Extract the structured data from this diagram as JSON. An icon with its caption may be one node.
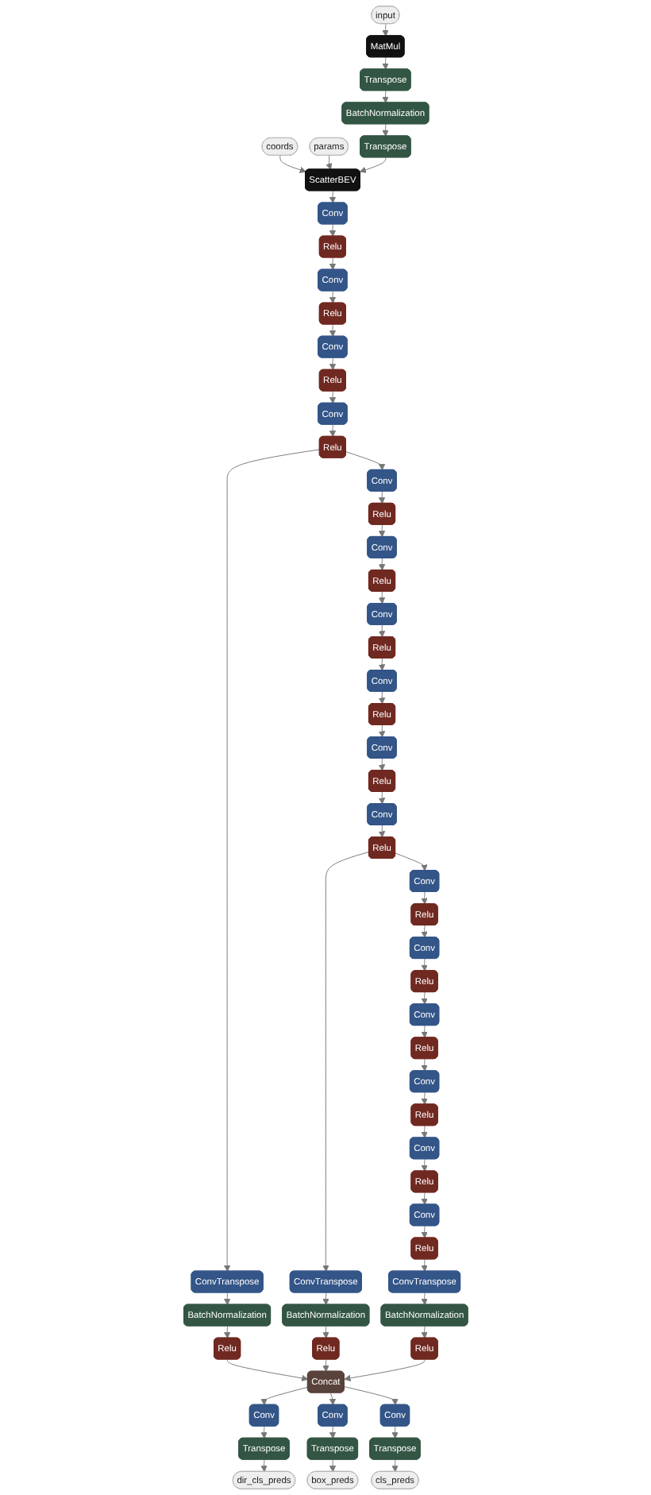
{
  "diagram": {
    "nodes": [
      {
        "text": [
          "input"
        ]
      },
      {
        "text": [
          "MatMul"
        ]
      },
      {
        "text": [
          "Transpose"
        ]
      },
      {
        "text": [
          "BatchNormalization"
        ]
      },
      {
        "text": [
          "coords"
        ]
      },
      {
        "text": [
          "params"
        ]
      },
      {
        "text": [
          "Transpose"
        ]
      },
      {
        "text": [
          "ScatterBEV"
        ]
      },
      {
        "text": [
          "Conv"
        ]
      },
      {
        "text": [
          "Relu"
        ]
      },
      {
        "text": [
          "Conv"
        ]
      },
      {
        "text": [
          "Relu"
        ]
      },
      {
        "text": [
          "Conv"
        ]
      },
      {
        "text": [
          "Relu"
        ]
      },
      {
        "text": [
          "Conv"
        ]
      },
      {
        "text": [
          "Relu"
        ]
      },
      {
        "text": [
          "Conv"
        ]
      },
      {
        "text": [
          "Relu"
        ]
      },
      {
        "text": [
          "Conv"
        ]
      },
      {
        "text": [
          "Relu"
        ]
      },
      {
        "text": [
          "Conv"
        ]
      },
      {
        "text": [
          "Relu"
        ]
      },
      {
        "text": [
          "Conv"
        ]
      },
      {
        "text": [
          "Relu"
        ]
      },
      {
        "text": [
          "Conv"
        ]
      },
      {
        "text": [
          "Relu"
        ]
      },
      {
        "text": [
          "Conv"
        ]
      },
      {
        "text": [
          "Relu"
        ]
      },
      {
        "text": [
          "Conv"
        ]
      },
      {
        "text": [
          "Relu"
        ]
      },
      {
        "text": [
          "Conv"
        ]
      },
      {
        "text": [
          "Relu"
        ]
      },
      {
        "text": [
          "Conv"
        ]
      },
      {
        "text": [
          "Relu"
        ]
      },
      {
        "text": [
          "Conv"
        ]
      },
      {
        "text": [
          "Relu"
        ]
      },
      {
        "text": [
          "Conv"
        ]
      },
      {
        "text": [
          "Relu"
        ]
      },
      {
        "text": [
          "Conv"
        ]
      },
      {
        "text": [
          "Relu"
        ]
      },
      {
        "text": [
          "ConvTranspose"
        ]
      },
      {
        "text": [
          "ConvTranspose"
        ]
      },
      {
        "text": [
          "ConvTranspose"
        ]
      },
      {
        "text": [
          "BatchNormalization"
        ]
      },
      {
        "text": [
          "BatchNormalization"
        ]
      },
      {
        "text": [
          "BatchNormalization"
        ]
      },
      {
        "text": [
          "Relu"
        ]
      },
      {
        "text": [
          "Relu"
        ]
      },
      {
        "text": [
          "Relu"
        ]
      },
      {
        "text": [
          "Concat"
        ]
      },
      {
        "text": [
          "Conv"
        ]
      },
      {
        "text": [
          "Conv"
        ]
      },
      {
        "text": [
          "Conv"
        ]
      },
      {
        "text": [
          "Transpose"
        ]
      },
      {
        "text": [
          "Transpose"
        ]
      },
      {
        "text": [
          "Transpose"
        ]
      },
      {
        "text": [
          "dir_cls_preds"
        ]
      },
      {
        "text": [
          "box_preds"
        ]
      },
      {
        "text": [
          "cls_preds"
        ]
      }
    ],
    "edges": [
      {
        "from": 0,
        "to": 1,
        "arrow": "to"
      },
      {
        "from": 1,
        "to": 2,
        "arrow": "to"
      },
      {
        "from": 2,
        "to": 3,
        "arrow": "to"
      },
      {
        "from": 3,
        "to": 6,
        "arrow": "to"
      },
      {
        "from": 4,
        "to": 7,
        "arrow": "to"
      },
      {
        "from": 5,
        "to": 7,
        "arrow": "to"
      },
      {
        "from": 6,
        "to": 7,
        "arrow": "to"
      },
      {
        "from": 7,
        "to": 8,
        "arrow": "to"
      },
      {
        "from": 8,
        "to": 9,
        "arrow": "to"
      },
      {
        "from": 9,
        "to": 10,
        "arrow": "to"
      },
      {
        "from": 10,
        "to": 11,
        "arrow": "to"
      },
      {
        "from": 11,
        "to": 12,
        "arrow": "to"
      },
      {
        "from": 12,
        "to": 13,
        "arrow": "to"
      },
      {
        "from": 13,
        "to": 14,
        "arrow": "to"
      },
      {
        "from": 14,
        "to": 15,
        "arrow": "to"
      },
      {
        "from": 15,
        "to": 40,
        "arrow": "to"
      },
      {
        "from": 15,
        "to": 16,
        "arrow": "to"
      },
      {
        "from": 16,
        "to": 17,
        "arrow": "to"
      },
      {
        "from": 17,
        "to": 18,
        "arrow": "to"
      },
      {
        "from": 18,
        "to": 19,
        "arrow": "to"
      },
      {
        "from": 19,
        "to": 20,
        "arrow": "to"
      },
      {
        "from": 20,
        "to": 21,
        "arrow": "to"
      },
      {
        "from": 21,
        "to": 22,
        "arrow": "to"
      },
      {
        "from": 22,
        "to": 23,
        "arrow": "to"
      },
      {
        "from": 23,
        "to": 24,
        "arrow": "to"
      },
      {
        "from": 24,
        "to": 25,
        "arrow": "to"
      },
      {
        "from": 25,
        "to": 26,
        "arrow": "to"
      },
      {
        "from": 26,
        "to": 27,
        "arrow": "to"
      },
      {
        "from": 27,
        "to": 41,
        "arrow": "to"
      },
      {
        "from": 27,
        "to": 28,
        "arrow": "to"
      },
      {
        "from": 28,
        "to": 29,
        "arrow": "to"
      },
      {
        "from": 29,
        "to": 30,
        "arrow": "to"
      },
      {
        "from": 30,
        "to": 31,
        "arrow": "to"
      },
      {
        "from": 31,
        "to": 32,
        "arrow": "to"
      },
      {
        "from": 32,
        "to": 33,
        "arrow": "to"
      },
      {
        "from": 33,
        "to": 34,
        "arrow": "to"
      },
      {
        "from": 34,
        "to": 35,
        "arrow": "to"
      },
      {
        "from": 35,
        "to": 36,
        "arrow": "to"
      },
      {
        "from": 36,
        "to": 37,
        "arrow": "to"
      },
      {
        "from": 37,
        "to": 38,
        "arrow": "to"
      },
      {
        "from": 38,
        "to": 39,
        "arrow": "to"
      },
      {
        "from": 39,
        "to": 42,
        "arrow": "to"
      },
      {
        "from": 40,
        "to": 43,
        "arrow": "to"
      },
      {
        "from": 41,
        "to": 44,
        "arrow": "to"
      },
      {
        "from": 42,
        "to": 45,
        "arrow": "to"
      },
      {
        "from": 43,
        "to": 46,
        "arrow": "to"
      },
      {
        "from": 44,
        "to": 47,
        "arrow": "to"
      },
      {
        "from": 45,
        "to": 48,
        "arrow": "to"
      },
      {
        "from": 46,
        "to": 49,
        "arrow": "to"
      },
      {
        "from": 47,
        "to": 49,
        "arrow": "to"
      },
      {
        "from": 48,
        "to": 49,
        "arrow": "to"
      },
      {
        "from": 49,
        "to": 50,
        "arrow": "to"
      },
      {
        "from": 49,
        "to": 51,
        "arrow": "to"
      },
      {
        "from": 49,
        "to": 52,
        "arrow": "to"
      },
      {
        "from": 50,
        "to": 53,
        "arrow": "to"
      },
      {
        "from": 51,
        "to": 54,
        "arrow": "to"
      },
      {
        "from": 52,
        "to": 55,
        "arrow": "to"
      },
      {
        "from": 53,
        "to": 56,
        "arrow": "to"
      },
      {
        "from": 54,
        "to": 57,
        "arrow": "to"
      },
      {
        "from": 55,
        "to": 58,
        "arrow": "to"
      }
    ]
  }
}
